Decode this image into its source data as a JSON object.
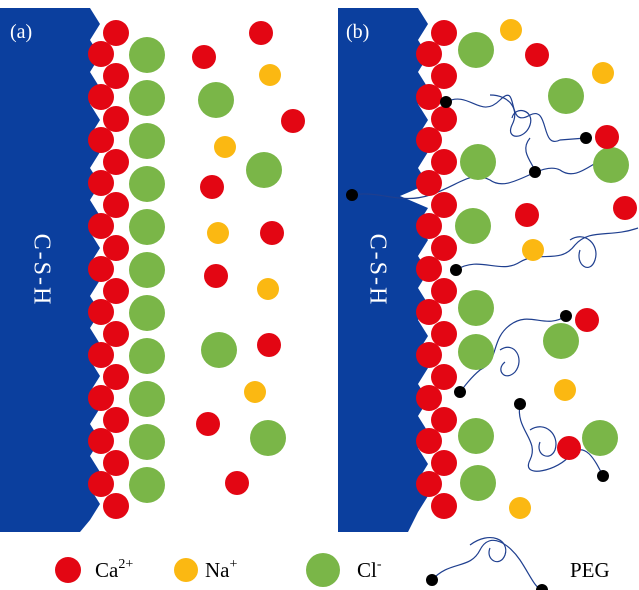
{
  "panels": [
    {
      "label": "(a)",
      "surface_label": "C-S-H"
    },
    {
      "label": "(b)",
      "surface_label": "C-S-H"
    }
  ],
  "legend": [
    {
      "name": "ca",
      "text": "Ca",
      "sup": "2+",
      "color": "#e30613"
    },
    {
      "name": "na",
      "text": "Na",
      "sup": "+",
      "color": "#fbb812"
    },
    {
      "name": "cl",
      "text": "Cl",
      "sup": "-",
      "color": "#7ab648"
    },
    {
      "name": "peg",
      "text": "PEG",
      "sup": "",
      "color": "#000000"
    }
  ],
  "colors": {
    "csh": "#0b3f9e",
    "ca": "#e30613",
    "na": "#fbb812",
    "cl": "#7ab648",
    "peg_chain": "#1f3f8f",
    "peg_end": "#000000"
  }
}
